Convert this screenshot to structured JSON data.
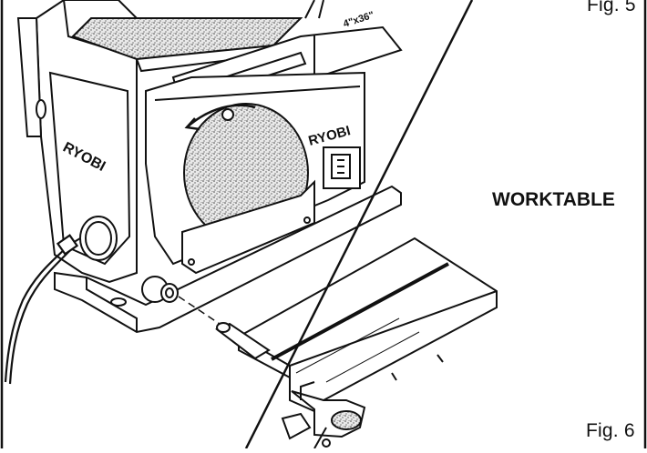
{
  "figures": {
    "upper_label": "Fig. 5",
    "lower_label": "Fig. 6"
  },
  "callouts": {
    "worktable": "WORKTABLE"
  },
  "brand": {
    "housing_logo": "RYOBI",
    "guard_logo": "RYOBI"
  },
  "belt_spec": "4\"x36\"",
  "colors": {
    "ink": "#111111",
    "paper": "#ffffff",
    "grit": "#9a9a9a"
  }
}
